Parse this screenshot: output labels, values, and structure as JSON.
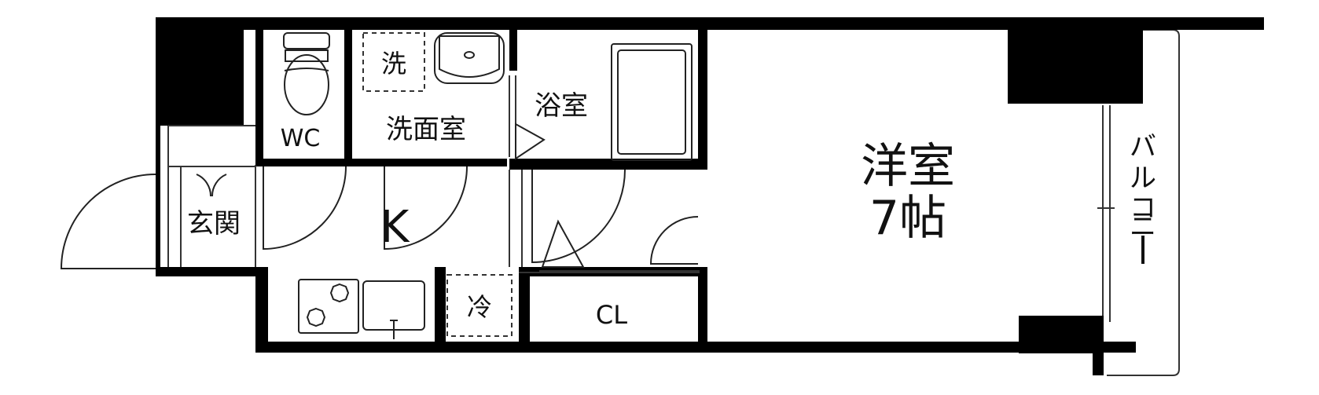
{
  "floorplan": {
    "rooms": {
      "wc": "WC",
      "washroom": "洗面室",
      "washer": "洗",
      "bathroom": "浴室",
      "western_room_name": "洋室",
      "western_room_size": "7帖",
      "entrance": "玄関",
      "kitchen": "K",
      "fridge": "冷",
      "closet": "CL",
      "balcony": [
        "バ",
        "ル",
        "コ",
        "ニ",
        "ー"
      ]
    },
    "colors": {
      "wall": "#000000",
      "line": "#222222",
      "background": "#ffffff"
    }
  }
}
